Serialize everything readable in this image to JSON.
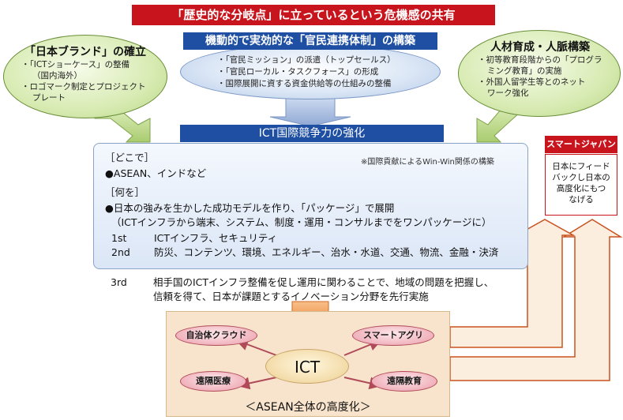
{
  "top_banner": "「歴史的な分岐点」に立っているという危機感の共有",
  "center": {
    "header": "機動的で実効的な「官民連携体制」の構築",
    "items": [
      "・「官民ミッション」の派遣（トップセールス）",
      "・「官民ローカル・タスクフォース」の形成",
      "・国際展開に資する資金供給等の仕組みの整備"
    ]
  },
  "left": {
    "title": "「日本ブランド」の確立",
    "items": [
      "・「ICTショーケース」の整備",
      "（国内海外）",
      "・ロゴマーク制定とプロジェクト",
      "プレート"
    ]
  },
  "right": {
    "title": "人材育成・人脈構築",
    "items": [
      "・初等教育段階からの「プログラ",
      "ミング教育」の実施",
      "・外国人留学生等とのネット",
      "ワーク強化"
    ]
  },
  "ict_header": "ICT国際競争力の強化",
  "main": {
    "where_label": "［どこで］",
    "note": "※国際貢献によるWin-Win関係の構築",
    "where_text": "●ASEAN、インドなど",
    "what_label": "［何を］",
    "what_line1": "●日本の強みを生かした成功モデルを作り、「パッケージ」で展開",
    "what_line2": "（ICTインフラから端末、システム、制度・運用・コンサルまでをワンパッケージに）",
    "step1_label": "1st",
    "step1_text": "ICTインフラ、セキュリティ",
    "step2_label": "2nd",
    "step2_text": "防災、コンテンツ、環境、エネルギー、治水・水道、交通、物流、金融・決済",
    "step3_label": "3rd",
    "step3_line1": "相手国のICTインフラ整備を促し運用に関わることで、地域の問題を把握し、",
    "step3_line2": "信頼を得て、日本が課題とするイノベーション分野を先行実施"
  },
  "smart_japan": {
    "header": "スマートジャパン",
    "lines": [
      "日本にフィード",
      "バックし日本の",
      "高度化にもつ",
      "なげる"
    ]
  },
  "bottom": {
    "center": "ICT",
    "top_left": "自治体クラウド",
    "top_right": "スマートアグリ",
    "bottom_left": "遠隔医療",
    "bottom_right": "遠隔教育",
    "caption": "＜ASEAN全体の高度化＞"
  },
  "colors": {
    "red": "#c8151d",
    "blue": "#1e4fa3",
    "green": "#b8d684",
    "arrow": "#f08a3a"
  }
}
